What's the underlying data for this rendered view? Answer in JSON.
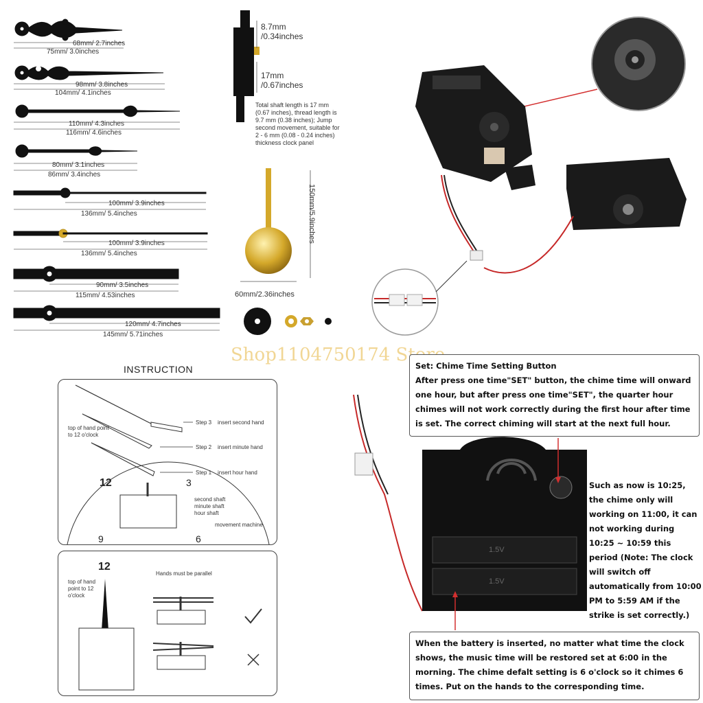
{
  "hands": {
    "h1_a": "68mm/ 2.7inches",
    "h1_b": "75mm/ 3.0inches",
    "h2_a": "98mm/ 3.8inches",
    "h2_b": "104mm/ 4.1inches",
    "h3_a": "110mm/ 4.3inches",
    "h3_b": "116mm/ 4.6inches",
    "h4_a": "80mm/ 3.1inches",
    "h4_b": "86mm/ 3.4inches",
    "h5_a": "100mm/ 3.9inches",
    "h5_b": "136mm/ 5.4inches",
    "h6_a": "100mm/ 3.9inches",
    "h6_b": "136mm/ 5.4inches",
    "h7_a": "90mm/ 3.5inches",
    "h7_b": "115mm/ 4.53inches",
    "h8_a": "120mm/ 4.7inches",
    "h8_b": "145mm/ 5.71inches"
  },
  "movement": {
    "thread_mm": "8.7mm",
    "thread_in": "/0.34inches",
    "shaft_mm": "17mm",
    "shaft_in": "/0.67inches",
    "spec": "Total shaft length is 17 mm (0.67 inches), thread length is 9.7 mm (0.38 inches); Jump second movement, suitable for 2 - 6 mm (0.08 - 0.24 inches) thickness clock panel"
  },
  "pendulum": {
    "height": "150mm/5.9inches",
    "width": "60mm/2.36inches"
  },
  "watermark": "Shop1104750174 Store",
  "instruction": {
    "title": "INSTRUCTION",
    "top_of_hand": "top of hand point to 12 o'clock",
    "step3": "Step 3",
    "step3_text": "insert second hand",
    "step2": "Step 2",
    "step2_text": "insert minute hand",
    "step1": "Step 1",
    "step1_text": "insert hour hand",
    "second_shaft": "second shaft",
    "minute_shaft": "minute shaft",
    "hour_shaft": "hour shaft",
    "movement_machine": "movement  machine",
    "n12": "12",
    "n3": "3",
    "n9": "9",
    "n6": "6"
  },
  "instruction2": {
    "n12": "12",
    "top_of_hand": "top of hand point to 12 o'clock",
    "parallel": "Hands must be parallel"
  },
  "chime": {
    "title": "Set: Chime Time Setting Button",
    "body": "After press one time\"SET\" button, the chime time will onward one hour, but after press one time\"SET\", the quarter hour chimes will not work correctly during the first hour after time is set. The correct chiming will start at the next full hour.",
    "side_note": "Such as now is 10:25, the chime only will working on 11:00, it can not working during 10:25 ~ 10:59 this period  (Note: The clock will switch off automatically from 10:00 PM to 5:59 AM if the strike is set correctly.)",
    "battery_note": "When the battery is inserted, no matter what time the clock shows, the music time will be restored set at 6:00 in the morning. The chime defalt setting is 6 o'clock so it chimes 6 times. Put on the hands to the corresponding time.",
    "battery_label1": "1.5V",
    "battery_label2": "1.5V"
  },
  "colors": {
    "accent_red": "#d32f2f",
    "gold": "#d4a82a",
    "black": "#111111"
  }
}
